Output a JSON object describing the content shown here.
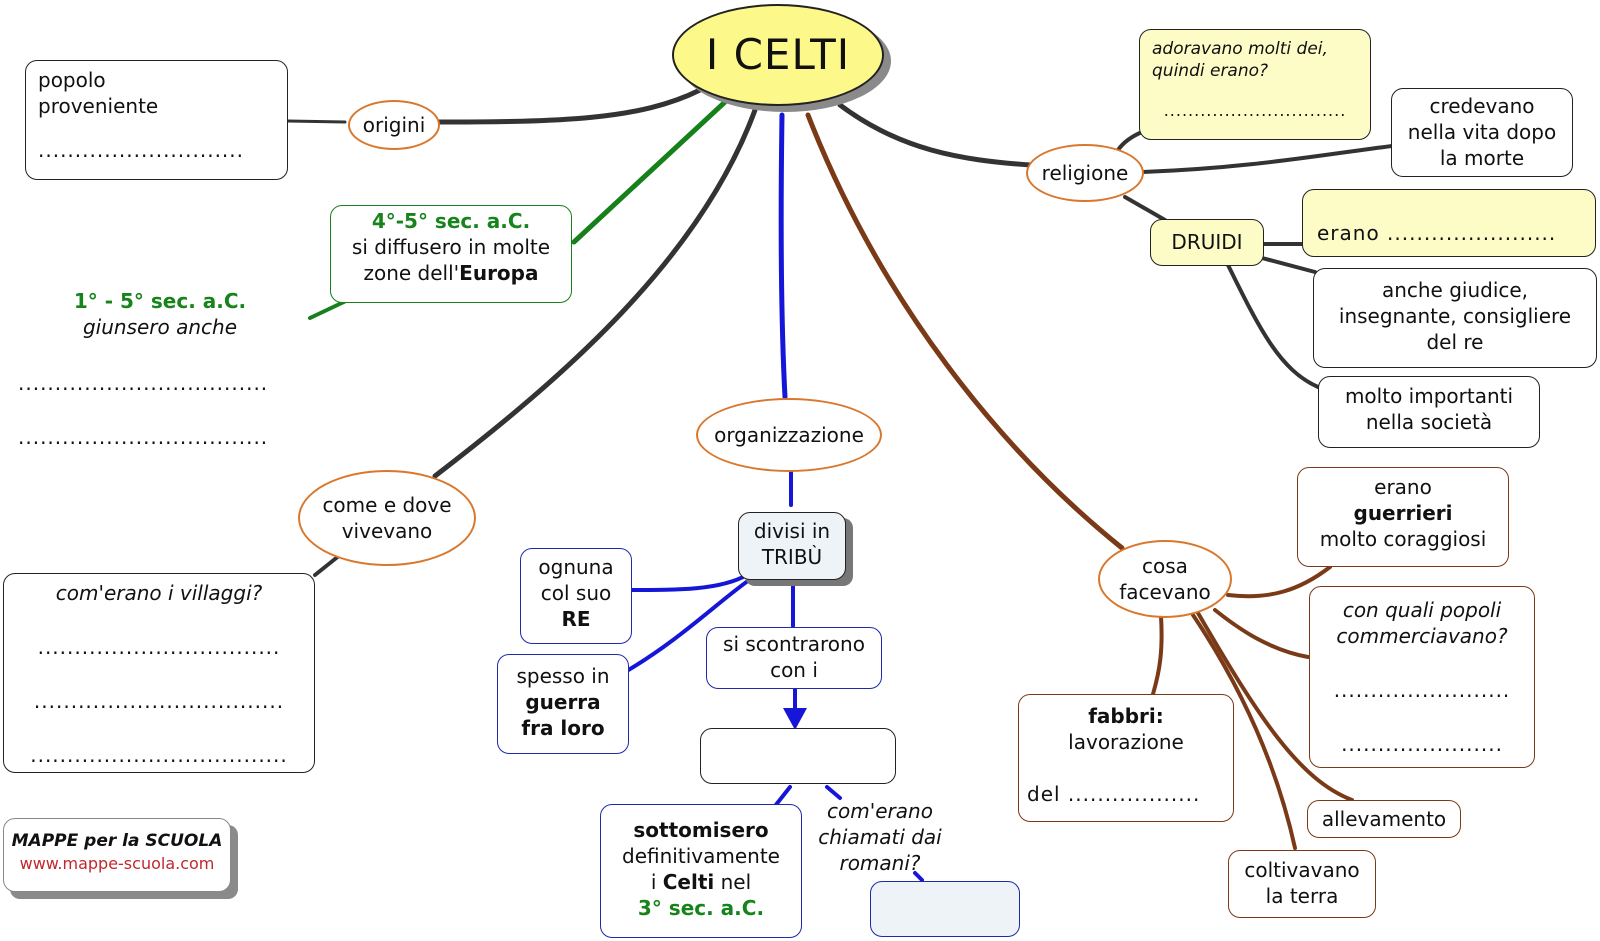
{
  "title": "I CELTI",
  "branches": {
    "origini": {
      "label": "origini",
      "box_line1": "popolo",
      "box_line2": "proveniente",
      "box_blank": "............................"
    },
    "diffusione": {
      "dates": "4°-5° sec. a.C.",
      "line1": "si diffusero in molte",
      "line2_prefix": "zone dell'",
      "line2_bold": "Europa",
      "sub_dates": "1° - 5° sec. a.C.",
      "sub_text": "giunsero anche",
      "blank1": "..................................",
      "blank2": ".................................."
    },
    "come_dove": {
      "label_line1": "come e dove",
      "label_line2": "vivevano",
      "question": "com'erano i villaggi?",
      "blank1": ".................................",
      "blank2": "..................................",
      "blank3": "..................................."
    },
    "organizzazione": {
      "label": "organizzazione",
      "tribu_line1": "divisi in",
      "tribu_line2": "TRIBÙ",
      "re_line1": "ognuna",
      "re_line2": "col suo",
      "re_line3": "RE",
      "guerra_line1": "spesso in",
      "guerra_line2": "guerra",
      "guerra_line3": "fra loro",
      "scontro_line1": "si scontrarono",
      "scontro_line2": "con i",
      "empty_box": "",
      "sott_bold": "sottomisero",
      "sott_line2": "definitivamente",
      "sott_line3_pre": "i ",
      "sott_line3_bold": "Celti",
      "sott_line3_post": " nel",
      "sott_date": "3° sec. a.C.",
      "question_line1": "com'erano",
      "question_line2": "chiamati dai",
      "question_line3": "romani?",
      "answer_box": ""
    },
    "religione": {
      "label": "religione",
      "dei_line1": "adoravano molti dei,",
      "dei_line2": "quindi erano?",
      "dei_blank": "..............................",
      "vita_line1": "credevano",
      "vita_line2": "nella vita dopo",
      "vita_line3": "la morte",
      "druidi": "DRUIDI",
      "erano": "erano .......................",
      "giudice_line1": "anche giudice,",
      "giudice_line2": "insegnante, consigliere",
      "giudice_line3": "del re",
      "importanti_line1": "molto importanti",
      "importanti_line2": "nella società"
    },
    "cosa_facevano": {
      "label_line1": "cosa",
      "label_line2": "facevano",
      "guerrieri_line1": "erano",
      "guerrieri_line2": "guerrieri",
      "guerrieri_line3": "molto coraggiosi",
      "commercio_line1": "con quali popoli",
      "commercio_line2": "commerciavano?",
      "commercio_blank1": "........................",
      "commercio_blank2": "......................",
      "fabbri_bold": "fabbri:",
      "fabbri_line2": "lavorazione",
      "fabbri_line3": "del ..................",
      "allevamento": "allevamento",
      "terra_line1": "coltivavano",
      "terra_line2": "la terra"
    }
  },
  "footer": {
    "brand": "MAPPE per la SCUOLA",
    "url": "www.mappe-scuola.com"
  },
  "colors": {
    "dark_link": "#333333",
    "green_link": "#16801a",
    "blue_link": "#1616d8",
    "brown_link": "#7a3a17",
    "ellipse_border": "#d9782d",
    "title_fill": "#fcf88a",
    "yellow_fill": "#fdfbc6",
    "url_red": "#c0282d"
  }
}
